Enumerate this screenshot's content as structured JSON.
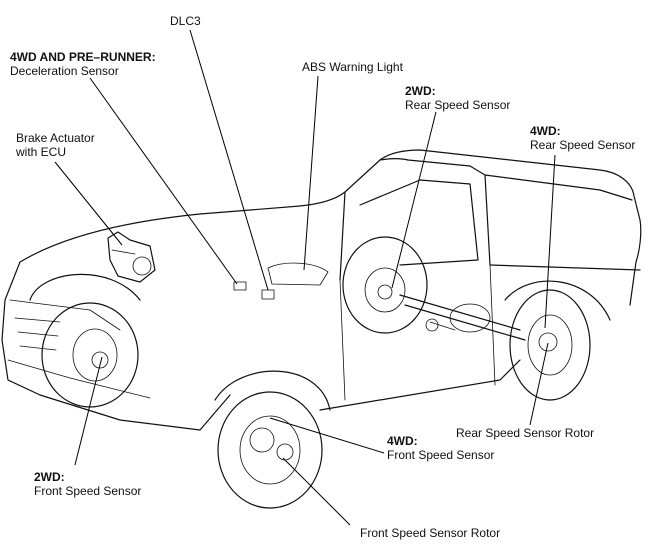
{
  "labels": {
    "dlc3": "DLC3",
    "decel_bold": "4WD AND PRE–RUNNER:",
    "decel_name": "Deceleration Sensor",
    "abs_light": "ABS Warning Light",
    "rear_2wd_bold": "2WD:",
    "rear_2wd_name": "Rear Speed Sensor",
    "rear_4wd_bold": "4WD:",
    "rear_4wd_name": "Rear Speed Sensor",
    "actuator_line1": "Brake Actuator",
    "actuator_line2": "with ECU",
    "rear_rotor": "Rear Speed Sensor Rotor",
    "front_4wd_bold": "4WD:",
    "front_4wd_name": "Front Speed Sensor",
    "front_2wd_bold": "2WD:",
    "front_2wd_name": "Front Speed Sensor",
    "front_rotor": "Front Speed Sensor Rotor"
  }
}
